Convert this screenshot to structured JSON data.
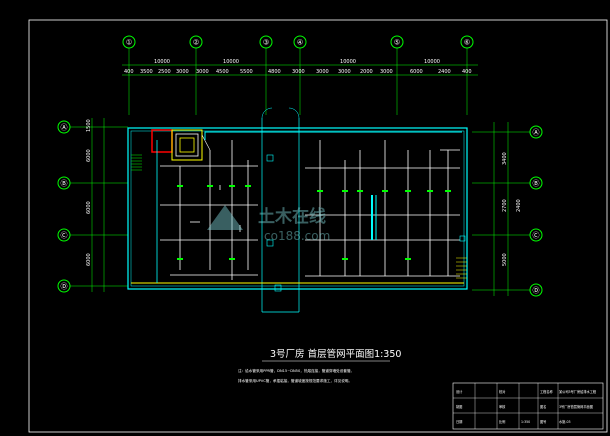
{
  "drawing": {
    "title": "3号厂房  首层管网平面图1:350",
    "colors": {
      "background": "#000000",
      "frame": "#ffffff",
      "axis": "#00ff00",
      "wall": "#00ffff",
      "pipe": "#ffff00",
      "accent": "#ff0000",
      "dim": "#ffffff"
    }
  },
  "axes": {
    "top": [
      "①",
      "②",
      "③",
      "④",
      "⑤",
      "⑥"
    ],
    "left": [
      "Ⓐ",
      "Ⓑ",
      "Ⓒ",
      "Ⓓ"
    ],
    "right": [
      "Ⓐ",
      "Ⓑ",
      "Ⓒ",
      "Ⓓ"
    ]
  },
  "dimensions": {
    "top_outer": [
      "10000",
      "10000",
      "10000",
      "10000"
    ],
    "top_inner": [
      "400",
      "3500",
      "2500",
      "3000",
      "3000",
      "4500",
      "5500",
      "4800",
      "3000",
      "3000",
      "3000",
      "2000",
      "3000",
      "6000",
      "2400",
      "400"
    ],
    "left": [
      "1500",
      "6000",
      "6000",
      "6000"
    ],
    "right": [
      "3400",
      "2700",
      "2400",
      "5000"
    ]
  },
  "watermark": {
    "brand": "土木在线",
    "url": "co188.com"
  },
  "notes": [
    "注：给水管采用PPR管，DN15~DN50，热熔连接，管道穿墙处设套管。",
    "排水管采用UPVC管，承插粘接，管道坡度按规范要求施工，详见说明。"
  ],
  "title_block": {
    "rows": [
      [
        "设计",
        "",
        "校对",
        "",
        "工程名称",
        "某公司3号厂房给排水工程"
      ],
      [
        "制图",
        "",
        "审核",
        "",
        "图名",
        "3号厂房首层管网平面图"
      ],
      [
        "日期",
        "",
        "比例",
        "1:350",
        "图号",
        "水施-03"
      ]
    ]
  }
}
